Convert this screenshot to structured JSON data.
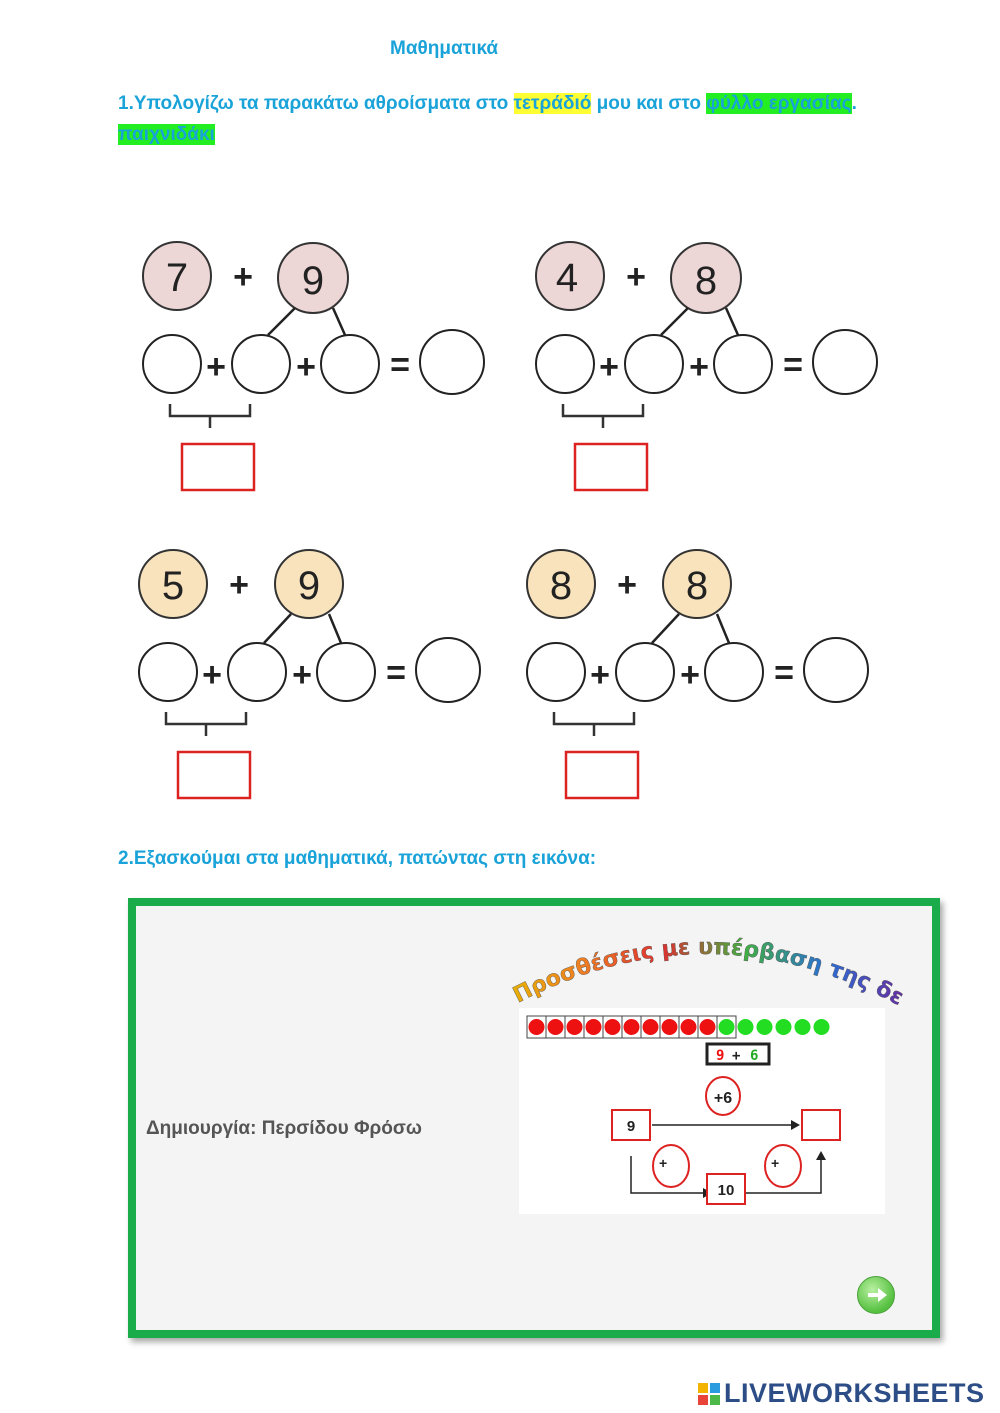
{
  "page": {
    "title": "Μαθηματικά",
    "task1": {
      "t1": "1.Υπολογίζω τα παρακάτω αθροίσματα στο ",
      "t2": "τετράδιό",
      "t3": " μου και στο ",
      "t4": "φύλλο εργασίας",
      "t5": ". ",
      "t6": "παιχνιδάκι"
    },
    "task2": "2.Εξασκούμαι στα μαθηματικά, πατώντας στη εικόνα:"
  },
  "exercises": [
    {
      "a": "7",
      "b": "9",
      "plus": "+",
      "equals": "=",
      "circle_color": "#ecd6d6"
    },
    {
      "a": "4",
      "b": "8",
      "plus": "+",
      "equals": "=",
      "circle_color": "#ecd6d6"
    },
    {
      "a": "5",
      "b": "9",
      "plus": "+",
      "equals": "=",
      "circle_color": "#f8e3bd"
    },
    {
      "a": "8",
      "b": "8",
      "plus": "+",
      "equals": "=",
      "circle_color": "#f8e3bd"
    }
  ],
  "game": {
    "arc_title": "Προσθέσεις με υπέρβαση της δεκάδας",
    "creator": "Δημιουργία: Περσίδου Φρόσω",
    "expr_a": "9",
    "expr_plus": "+",
    "expr_b": "6",
    "plus6": "+6",
    "start": "9",
    "mid": "10",
    "plus_sign": "+",
    "red_beads": 10,
    "green_beads": 6,
    "colors": {
      "border": "#1aab4b",
      "red": "#ee1111",
      "green": "#22dd22"
    }
  },
  "footer": {
    "brand": "LIVEWORKSHEETS"
  }
}
